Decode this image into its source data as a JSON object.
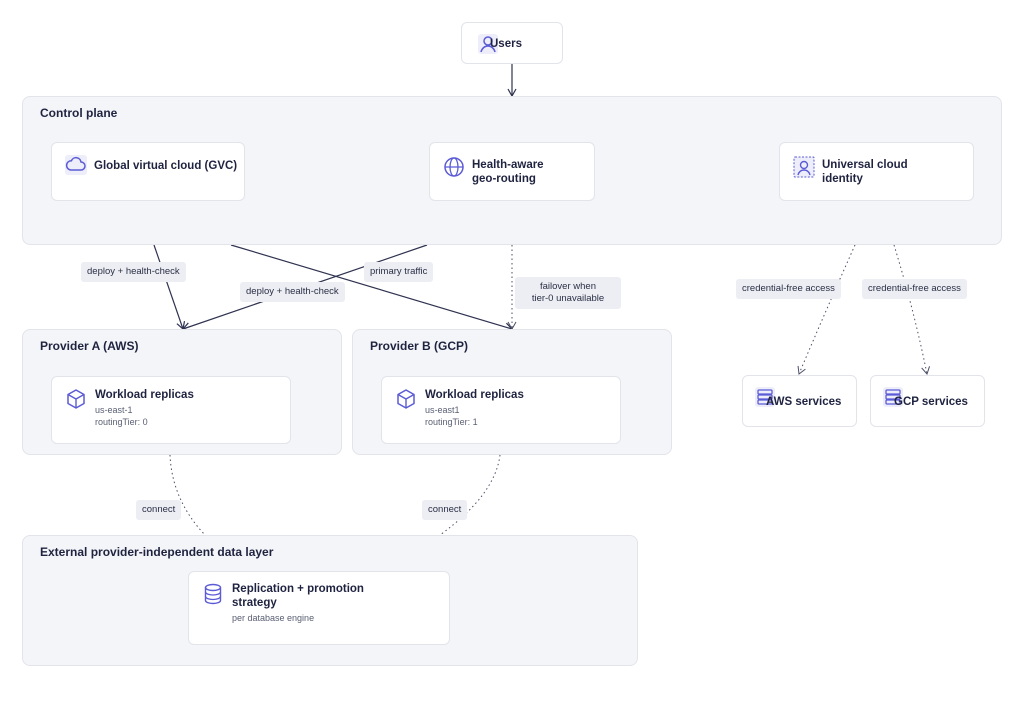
{
  "users": {
    "label": "Users",
    "icon": "user-icon"
  },
  "control_plane": {
    "title": "Control plane",
    "nodes": [
      {
        "label": "Global virtual cloud (GVC)",
        "icon": "cloud-icon"
      },
      {
        "label": "Health-aware\ngeo-routing",
        "icon": "globe-icon"
      },
      {
        "label": "Universal cloud\nidentity",
        "icon": "identity-icon"
      }
    ]
  },
  "provider_a": {
    "title": "Provider A (AWS)",
    "node": {
      "label": "Workload replicas",
      "region": "us-east-1",
      "tier": "routingTier: 0",
      "icon": "box-icon"
    }
  },
  "provider_b": {
    "title": "Provider B (GCP)",
    "node": {
      "label": "Workload replicas",
      "region": "us-east1",
      "tier": "routingTier: 1",
      "icon": "box-icon"
    }
  },
  "services": [
    {
      "label": "AWS services",
      "icon": "database-icon"
    },
    {
      "label": "GCP services",
      "icon": "database-icon"
    }
  ],
  "data_layer": {
    "title": "External provider-independent data layer",
    "node": {
      "label": "Replication + promotion\nstrategy",
      "sub": "per database engine",
      "icon": "database-icon"
    }
  },
  "edge_labels": {
    "deploy_a": "deploy + health-check",
    "deploy_b": "deploy + health-check",
    "primary": "primary traffic",
    "failover": "failover when\ntier-0 unavailable",
    "cred_aws": "credential-free access",
    "cred_gcp": "credential-free access",
    "connect_a": "connect",
    "connect_b": "connect"
  },
  "colors": {
    "stroke": "#2f3350",
    "accent": "#5b5bd6",
    "group_bg": "#f4f5f8",
    "label_bg": "#eceef3"
  }
}
